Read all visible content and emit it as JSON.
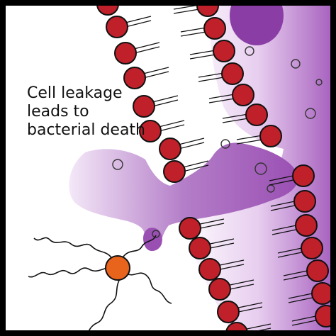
{
  "caption": {
    "lines": [
      "Cell leakage",
      "leads to",
      "bacterial death"
    ]
  },
  "colors": {
    "frame": "#000000",
    "lipid_head": "#c0202a",
    "cytoplasm": "#9a4fb3",
    "cytoplasm_dark": "#7b2f96",
    "peptide_core": "#e8641c",
    "text": "#111111"
  },
  "icons": {
    "peptide": "antimicrobial-peptide-icon",
    "membrane": "lipid-bilayer-icon"
  }
}
